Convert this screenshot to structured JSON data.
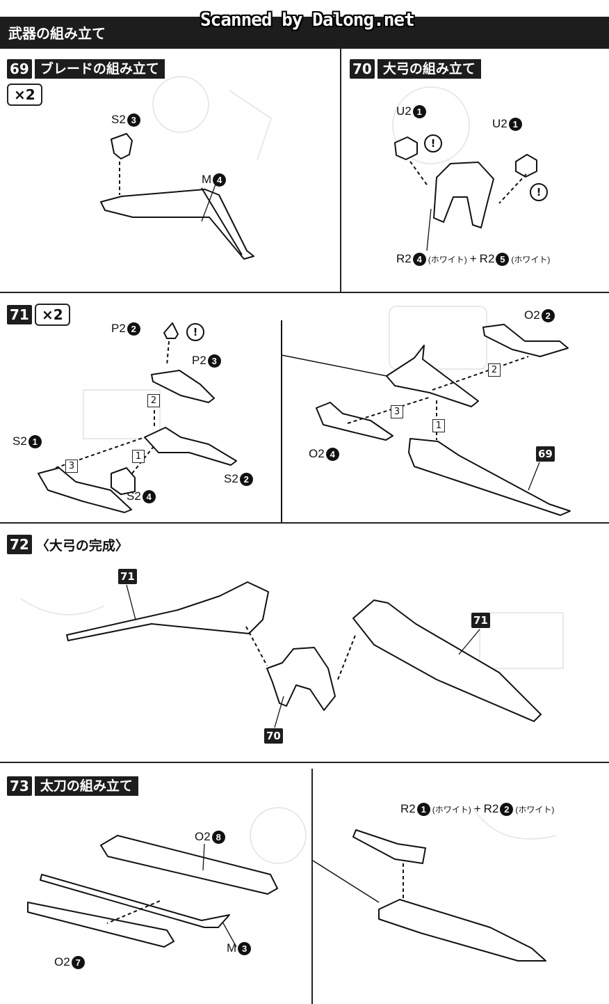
{
  "header": {
    "title": "武器の組み立て"
  },
  "watermark": "Scanned by Dalong.net",
  "steps": [
    {
      "num": "69",
      "title": "ブレードの組み立て"
    },
    {
      "num": "70",
      "title": "大弓の組み立て"
    },
    {
      "num": "71",
      "title": ""
    },
    {
      "num": "72",
      "title": "〈大弓の完成〉"
    },
    {
      "num": "73",
      "title": "太刀の組み立て"
    }
  ],
  "multiplier": "×2",
  "warning": "!",
  "color_note": "(ホワイト)",
  "plus": "+",
  "parts": {
    "s2_3": {
      "code": "S2",
      "n": "3"
    },
    "m_4": {
      "code": "M",
      "n": "4"
    },
    "u2_1a": {
      "code": "U2",
      "n": "1"
    },
    "u2_1b": {
      "code": "U2",
      "n": "1"
    },
    "r2_4": {
      "code": "R2",
      "n": "4"
    },
    "r2_5": {
      "code": "R2",
      "n": "5"
    },
    "p2_2": {
      "code": "P2",
      "n": "2"
    },
    "p2_3": {
      "code": "P2",
      "n": "3"
    },
    "s2_1": {
      "code": "S2",
      "n": "1"
    },
    "s2_2": {
      "code": "S2",
      "n": "2"
    },
    "s2_4": {
      "code": "S2",
      "n": "4"
    },
    "o2_2": {
      "code": "O2",
      "n": "2"
    },
    "o2_4": {
      "code": "O2",
      "n": "4"
    },
    "o2_8": {
      "code": "O2",
      "n": "8"
    },
    "o2_7": {
      "code": "O2",
      "n": "7"
    },
    "m_3": {
      "code": "M",
      "n": "3"
    },
    "r2_1": {
      "code": "R2",
      "n": "1"
    },
    "r2_2": {
      "code": "R2",
      "n": "2"
    }
  },
  "seq": [
    "1",
    "2",
    "3"
  ],
  "refs": {
    "r69": "69",
    "r70": "70",
    "r71": "71"
  },
  "colors": {
    "dark": "#1d1d1d",
    "paper": "#ffffff",
    "ghost": "#e6e6e6"
  }
}
